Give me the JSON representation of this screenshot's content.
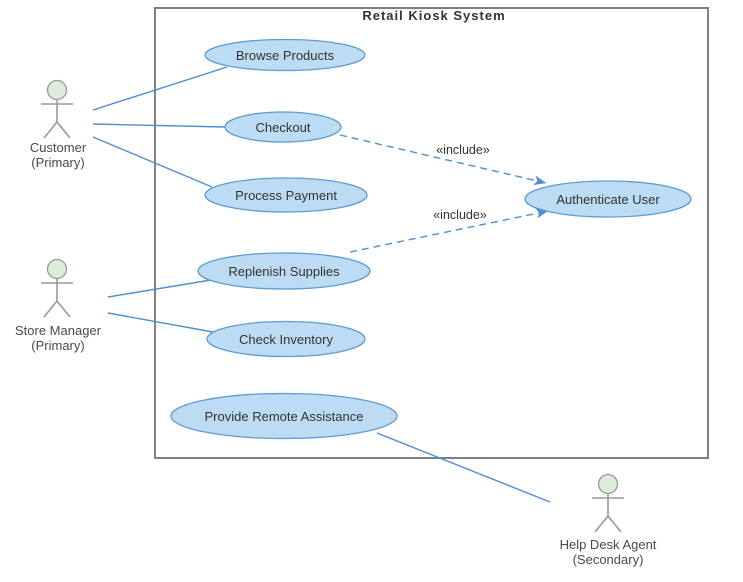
{
  "diagram": {
    "type": "uml-use-case-diagram",
    "title": "Retail Kiosk System",
    "include_label": "«include»",
    "colors": {
      "canvas_bg": "#ffffff",
      "node_fill": "#bcdcf4",
      "node_stroke": "#5e9cd3",
      "node_text": "#333333",
      "edge": "#4d8fd1",
      "actor_head_fill": "#dceeda",
      "actor_stroke": "#999999",
      "actor_text": "#4a4a4a",
      "boundary_stroke": "#808080",
      "title_text": "#333333"
    },
    "use_cases": [
      {
        "id": "browse-products",
        "label": "Browse Products"
      },
      {
        "id": "checkout",
        "label": "Checkout"
      },
      {
        "id": "process-payment",
        "label": "Process Payment"
      },
      {
        "id": "authenticate-user",
        "label": "Authenticate User"
      },
      {
        "id": "replenish-supplies",
        "label": "Replenish Supplies"
      },
      {
        "id": "check-inventory",
        "label": "Check Inventory"
      },
      {
        "id": "provide-remote-assistance",
        "label": "Provide Remote Assistance"
      }
    ],
    "actors": [
      {
        "id": "customer",
        "name": "Customer",
        "role": "(Primary)"
      },
      {
        "id": "store-manager",
        "name": "Store Manager",
        "role": "(Primary)"
      },
      {
        "id": "help-desk-agent",
        "name": "Help Desk Agent",
        "role": "(Secondary)"
      }
    ],
    "relationships": [
      {
        "from": "Customer",
        "to": "Browse Products",
        "type": "association"
      },
      {
        "from": "Customer",
        "to": "Checkout",
        "type": "association"
      },
      {
        "from": "Customer",
        "to": "Process Payment",
        "type": "association"
      },
      {
        "from": "Store Manager",
        "to": "Replenish Supplies",
        "type": "association"
      },
      {
        "from": "Store Manager",
        "to": "Check Inventory",
        "type": "association"
      },
      {
        "from": "Provide Remote Assistance",
        "to": "Help Desk Agent",
        "type": "association"
      },
      {
        "from": "Checkout",
        "to": "Authenticate User",
        "type": "include"
      },
      {
        "from": "Replenish Supplies",
        "to": "Authenticate User",
        "type": "include"
      }
    ]
  }
}
